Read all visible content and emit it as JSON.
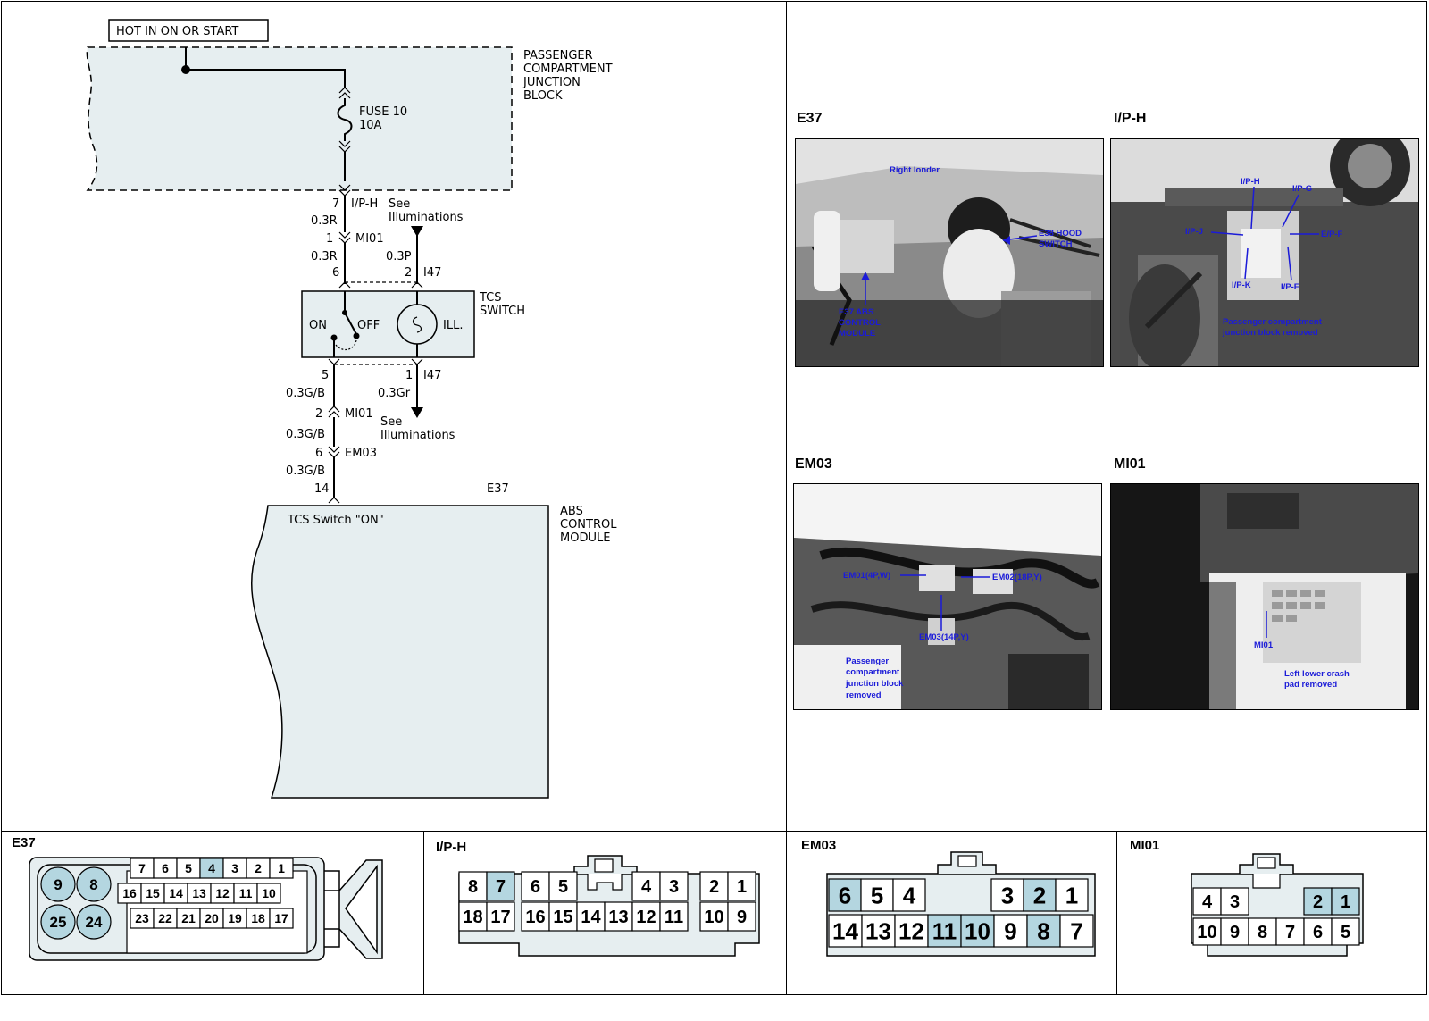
{
  "schematic": {
    "power_label": "HOT IN ON OR START",
    "junction_block": [
      "PASSENGER",
      "COMPARTMENT",
      "JUNCTION",
      "BLOCK"
    ],
    "fuse_name": "FUSE 10",
    "fuse_rating": "10A",
    "iph_pin": "7",
    "iph_name": "I/P-H",
    "see_illum_top": [
      "See",
      "Illuminations"
    ],
    "wire_03r_a": "0.3R",
    "mi01_pin_top": "1",
    "mi01_name_top": "MI01",
    "wire_03r_b": "0.3R",
    "wire_03p": "0.3P",
    "switch_pin6": "6",
    "switch_pin2": "2",
    "i47_top": "I47",
    "tcs_switch": [
      "TCS",
      "SWITCH"
    ],
    "on_label": "ON",
    "off_label": "OFF",
    "ill_label": "ILL.",
    "switch_pin5": "5",
    "switch_pin1": "1",
    "i47_bottom": "I47",
    "wire_03gb_a": "0.3G/B",
    "wire_03gr": "0.3Gr",
    "mi01_pin_bottom": "2",
    "mi01_name_bottom": "MI01",
    "see_illum_bottom": [
      "See",
      "Illuminations"
    ],
    "wire_03gb_b": "0.3G/B",
    "em03_pin": "6",
    "em03_name": "EM03",
    "wire_03gb_c": "0.3G/B",
    "e37_pin": "14",
    "e37_name": "E37",
    "tcs_on_label": "TCS Switch \"ON\"",
    "abs_module": [
      "ABS",
      "CONTROL",
      "MODULE"
    ]
  },
  "photos": {
    "e37": {
      "title": "E37",
      "callouts": [
        "Right londer",
        "E38 HOOD",
        "SWITCH",
        "E37 ABS",
        "CONTROL",
        "MODULE"
      ]
    },
    "iph": {
      "title": "I/P-H",
      "callouts": [
        "I/P-H",
        "I/P-G",
        "I/P-J",
        "E/P-F",
        "I/P-K",
        "I/P-E",
        "Passenger compartment",
        "junction block removed"
      ]
    },
    "em03": {
      "title": "EM03",
      "callouts": [
        "EM01(4P,W)",
        "EM02(18P,Y)",
        "EM03(14P,Y)",
        "Passenger",
        "compartment",
        "junction block",
        "removed"
      ]
    },
    "mi01": {
      "title": "MI01",
      "callouts": [
        "MI01",
        "Left lower crash",
        "pad removed"
      ]
    }
  },
  "connectors": {
    "e37": {
      "title": "E37",
      "large_pins": [
        "9",
        "8",
        "25",
        "24"
      ],
      "row1": [
        "7",
        "6",
        "5",
        "4",
        "3",
        "2",
        "1"
      ],
      "row2": [
        "16",
        "15",
        "14",
        "13",
        "12",
        "11",
        "10"
      ],
      "row3": [
        "23",
        "22",
        "21",
        "20",
        "19",
        "18",
        "17"
      ],
      "highlighted": [
        "9",
        "8",
        "25",
        "24",
        "4"
      ]
    },
    "iph": {
      "title": "I/P-H",
      "top_left": [
        "8",
        "7"
      ],
      "top_mid": [
        "6",
        "5"
      ],
      "top_mid2": [
        "4",
        "3"
      ],
      "top_right": [
        "2",
        "1"
      ],
      "bottom_left": [
        "18",
        "17"
      ],
      "bottom_mid": [
        "16",
        "15",
        "14",
        "13",
        "12",
        "11"
      ],
      "bottom_right": [
        "10",
        "9"
      ],
      "highlighted": [
        "7"
      ]
    },
    "em03": {
      "title": "EM03",
      "top_left": [
        "6",
        "5",
        "4"
      ],
      "top_right": [
        "3",
        "2",
        "1"
      ],
      "bottom": [
        "14",
        "13",
        "12",
        "11",
        "10",
        "9",
        "8",
        "7"
      ],
      "highlighted": [
        "6",
        "2",
        "11",
        "10",
        "8"
      ]
    },
    "mi01": {
      "title": "MI01",
      "top_left": [
        "4",
        "3"
      ],
      "top_right": [
        "2",
        "1"
      ],
      "bottom": [
        "10",
        "9",
        "8",
        "7",
        "6",
        "5"
      ],
      "highlighted": [
        "2",
        "1"
      ]
    }
  },
  "colors": {
    "highlight": "#b4d6e0",
    "module_fill": "#e6eef0",
    "pin_fill": "#ffffff",
    "callout": "#1b1bd8"
  }
}
